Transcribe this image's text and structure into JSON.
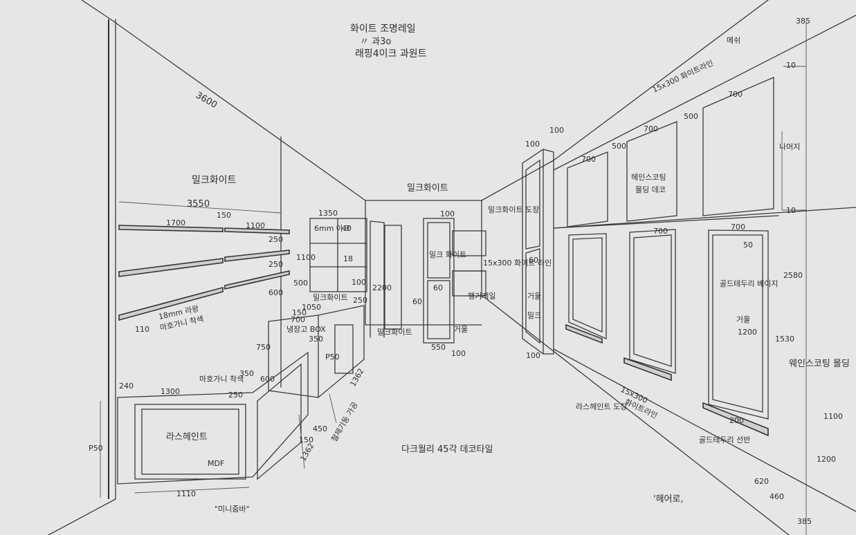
{
  "ceiling": {
    "line1": "화이트 조명레일",
    "line2": "〃  과3o",
    "line3": "래핑4이크 과원트"
  },
  "left_wall": {
    "dim_top": "3600",
    "color": "밀크화이트",
    "dim_width": "3550",
    "shelf_dim_1": "1700",
    "shelf_dim_2": "150",
    "shelf_dim_3": "1100",
    "gap_1": "250",
    "gap_2": "250",
    "gap_3": "600",
    "shelf_note_1": "18mm 라왕",
    "shelf_note_2": "마호가니 착색",
    "shelf_offset": "110",
    "dim_500": "500",
    "dim_1100": "1100",
    "dim_40": "40",
    "dim_18": "18",
    "dim_100": "100",
    "h_950": "P50",
    "dim_240": "240"
  },
  "back": {
    "dim_1350": "1350",
    "cab_label": "6mm 아크",
    "color_label": "밀크화이트",
    "dim_2200": "2200",
    "dim_60a": "60",
    "dim_100a": "100",
    "dim_60b": "60",
    "milk_white_1": "밀크 화이트",
    "dim_550": "550",
    "mirror": "거울",
    "label_2": "밀크화이트",
    "label_3": "밀크화이트 도장",
    "panel_note": "15x300 화이트 라인",
    "hanger": "행거레일",
    "dim_100c": "100"
  },
  "counter": {
    "label_1650": "1050",
    "label_150": "150",
    "color_label": "밀크화이트",
    "dim_250": "250",
    "dim_700": "700",
    "dim_350": "350",
    "box_label": "냉장고 BOX",
    "dim_750": "750",
    "dim_950": "P50",
    "dim_1362": "1362",
    "mahogany": "마호가니 착색",
    "dim_350b": "350",
    "dim_1300": "1300",
    "dim_250b": "250",
    "dim_600": "600",
    "front_label": "라스헤인트",
    "mini": "MDF",
    "dim_1110": "1110",
    "note_bottom": "\"미니줌바\"",
    "dim_150b": "150",
    "dim_1362b": "1362",
    "dim_450": "450",
    "floor_side": "철제기둥 가공"
  },
  "right_wall": {
    "dim_385_top": "385",
    "mesh": "메쉬",
    "ceiling_line": "15x300 화이트라인",
    "dim_10a": "10",
    "dim_10b": "10",
    "dim_700a": "700",
    "dim_500a": "500",
    "dim_500b": "500",
    "dim_700b": "700",
    "dim_700c": "700",
    "dim_700d": "700",
    "dim_700e": "700",
    "dim_100_top": "100",
    "dim_100_top2": "100",
    "panel_note_1": "헤인스코팅",
    "panel_note_2": "몰딩 데코",
    "height_label": "나머지",
    "dim_2580": "2580",
    "dim_1530": "1530",
    "wainscot": "웨인스코팅 몰딩",
    "dim_1100": "1100",
    "dim_1200": "1200",
    "dim_620": "620",
    "dim_460": "460",
    "dim_385_bottom": "385",
    "mirror_label": "거울",
    "mirror_dim": "1200",
    "mirror_note": "골드테두리 베이지",
    "frame_note": "골드테두리 선반",
    "dim_200": "200",
    "floor_line_1": "15x300",
    "floor_line_2": "화이트라인",
    "floor_paint": "라스헤인트 도장",
    "dim_50": "50",
    "dim_60": "60",
    "milk_label": "밀크",
    "hinge": "거울",
    "dim_100_bot": "100"
  },
  "floor": {
    "label": "다크월리 45각 데코타일"
  },
  "signature": "'헤어로,"
}
